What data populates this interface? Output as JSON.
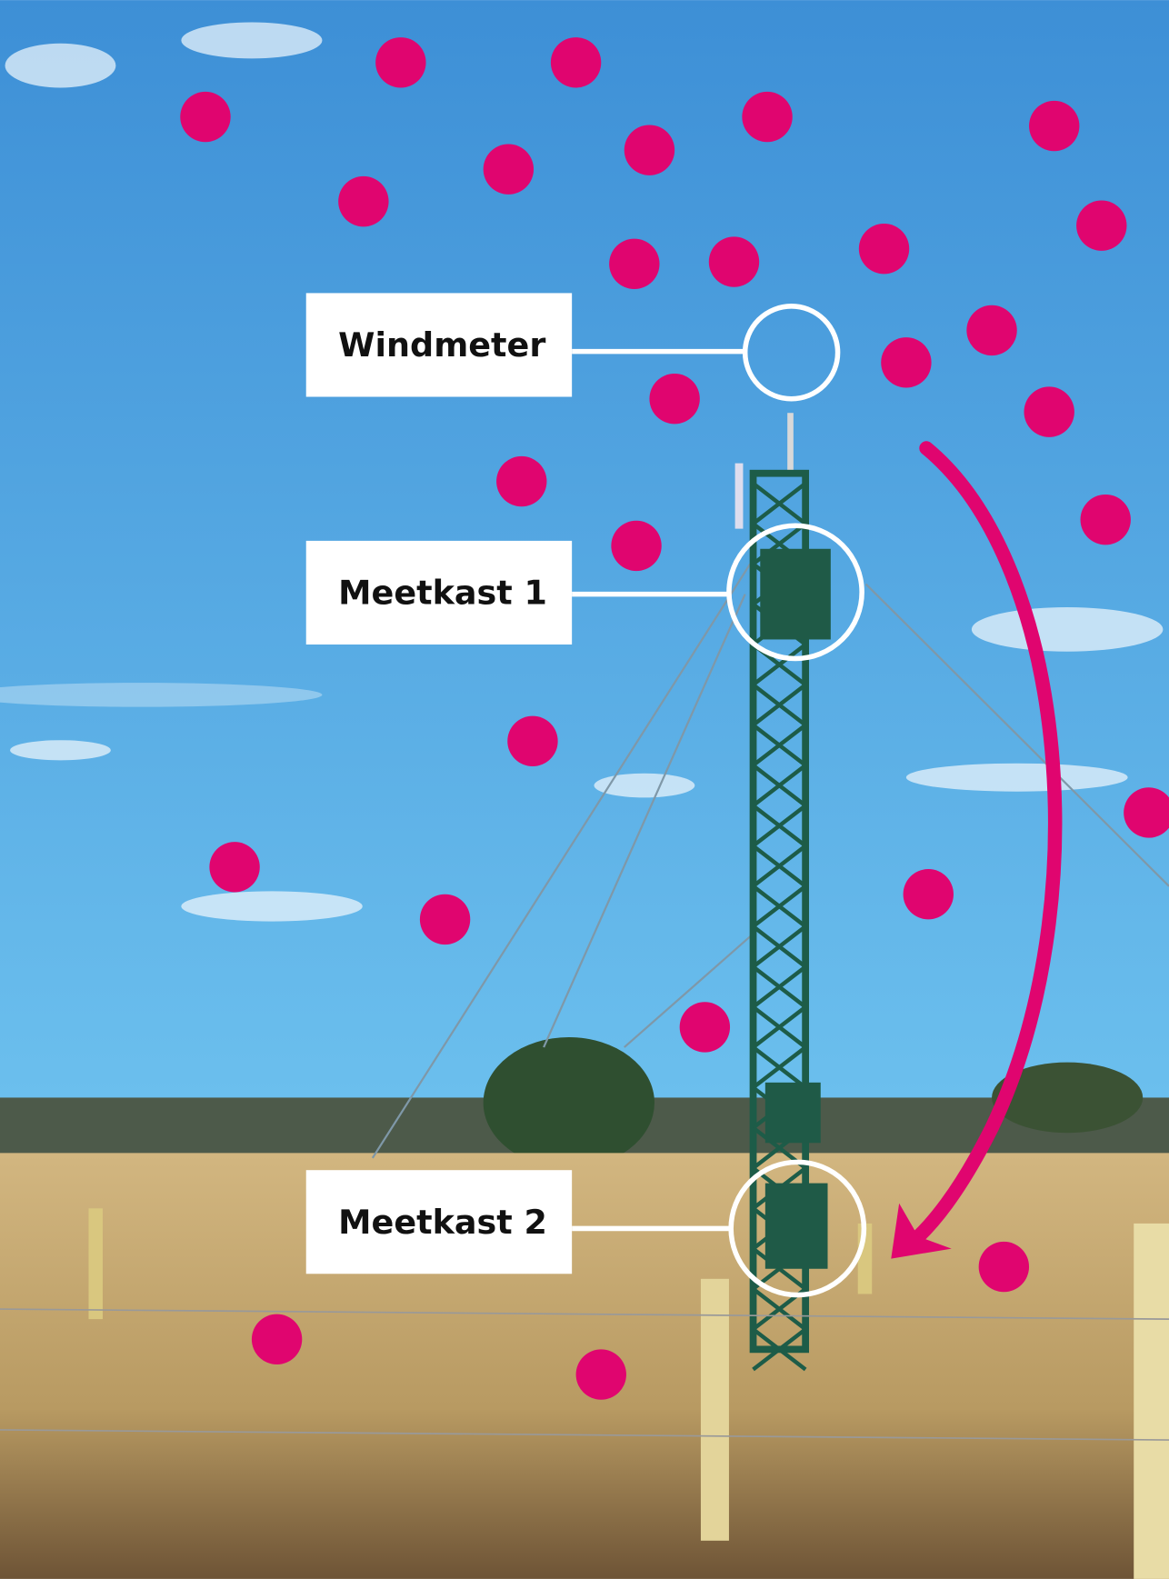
{
  "labels": {
    "windmeter": "Windmeter",
    "meetkast1": "Meetkast 1",
    "meetkast2": "Meetkast 2"
  },
  "colors": {
    "dot": "#e0056f",
    "arrow": "#e0056f",
    "sky_top": "#3d8fd6",
    "sky_bottom": "#6cc0ee",
    "field": "#c9ab72",
    "tower": "#1d5c48"
  }
}
